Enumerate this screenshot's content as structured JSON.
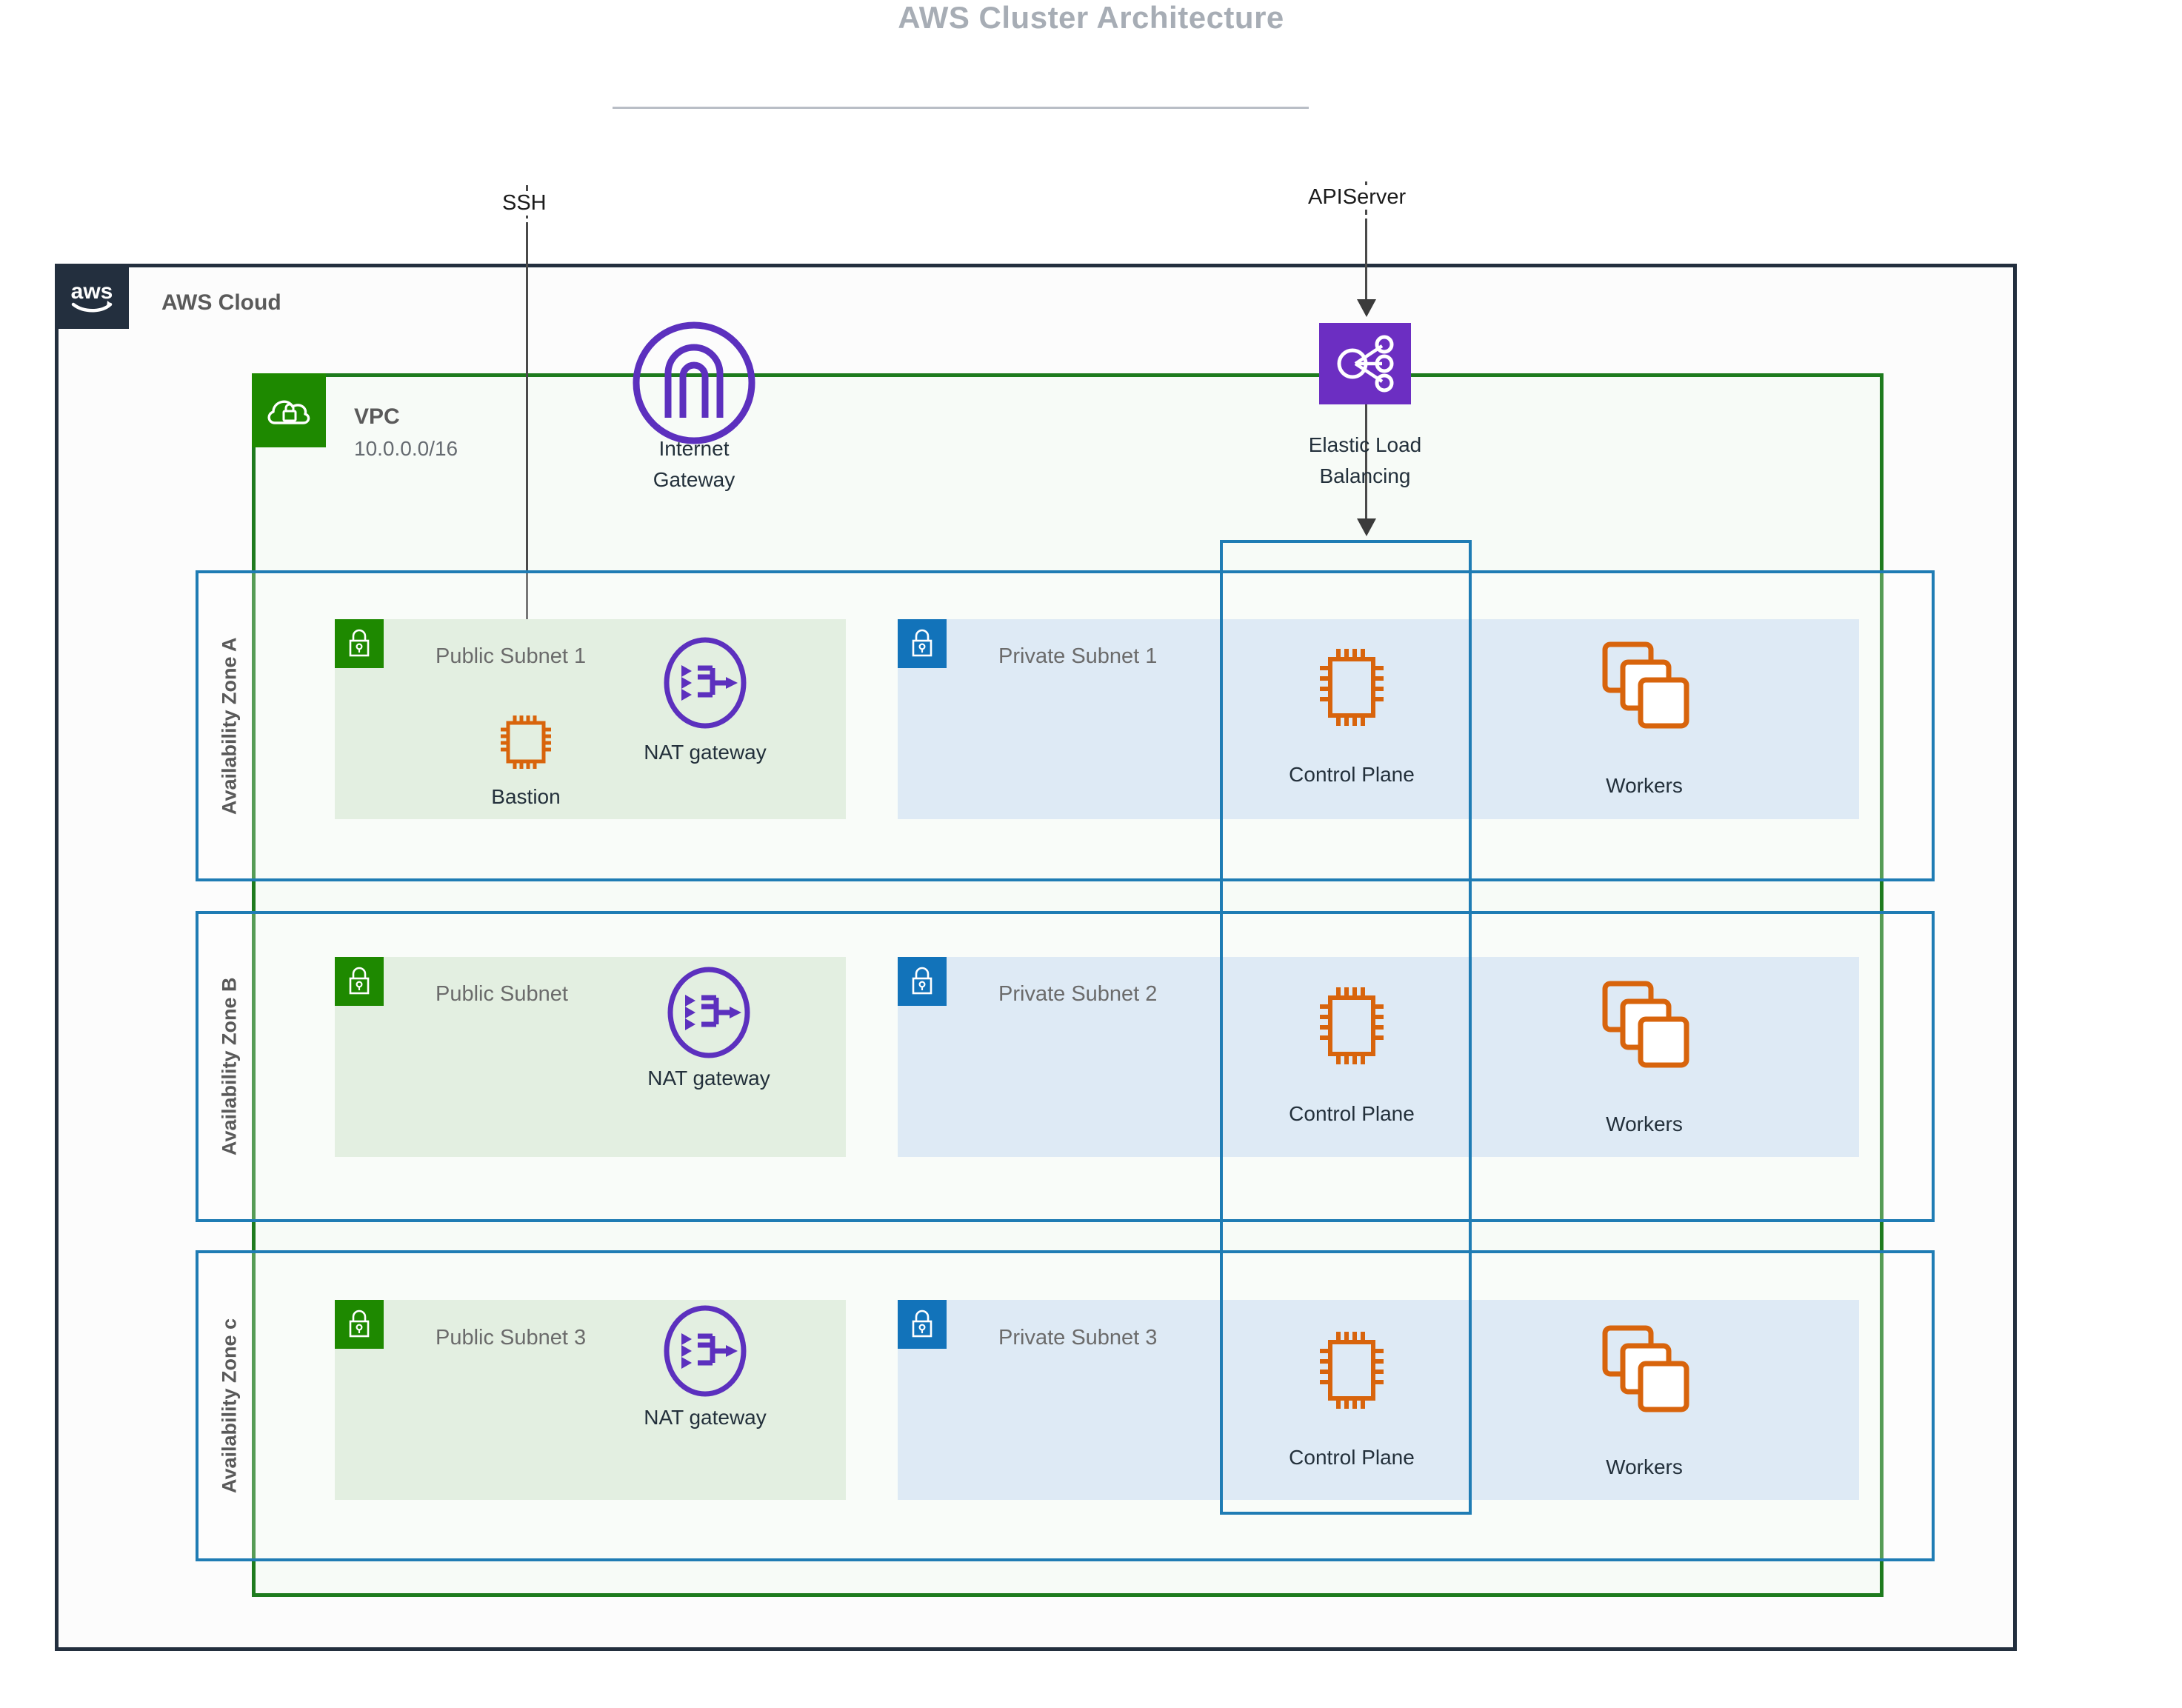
{
  "page": {
    "title": "AWS Cluster Architecture"
  },
  "cloud": {
    "label": "AWS Cloud",
    "logo_icon": "aws-logo-icon"
  },
  "vpc": {
    "label": "VPC",
    "cidr": "10.0.0.0/16",
    "icon": "vpc-cloud-lock-icon",
    "color": "#1E8900"
  },
  "connectors": [
    {
      "label": "SSH",
      "target": "Bastion"
    },
    {
      "label": "APIServer",
      "target": "Elastic Load Balancing"
    }
  ],
  "gateways": {
    "internet_gateway": {
      "label_line1": "Internet",
      "label_line2": "Gateway",
      "icon": "internet-gateway-icon",
      "color": "#5C30BE"
    },
    "elastic_load_balancing": {
      "label_line1": "Elastic Load",
      "label_line2": "Balancing",
      "icon": "elastic-load-balancing-icon",
      "color": "#6C2EC2"
    }
  },
  "zones": [
    {
      "name": "Availability Zone A",
      "public_subnet": {
        "title": "Public Subnet 1",
        "badge_icon": "public-subnet-lock-icon",
        "nodes": [
          {
            "label": "Bastion",
            "icon": "bastion-chip-icon",
            "color": "#D86613"
          },
          {
            "label": "NAT gateway",
            "icon": "nat-gateway-icon",
            "color": "#5C30BE"
          }
        ]
      },
      "private_subnet": {
        "title": "Private Subnet 1",
        "badge_icon": "private-subnet-lock-icon",
        "nodes": [
          {
            "label": "Control Plane",
            "icon": "control-plane-chip-icon",
            "color": "#D86613"
          },
          {
            "label": "Workers",
            "icon": "workers-instances-icon",
            "color": "#D86613"
          }
        ]
      }
    },
    {
      "name": "Availability Zone B",
      "public_subnet": {
        "title": "Public Subnet",
        "badge_icon": "public-subnet-lock-icon",
        "nodes": [
          {
            "label": "NAT gateway",
            "icon": "nat-gateway-icon",
            "color": "#5C30BE"
          }
        ]
      },
      "private_subnet": {
        "title": "Private Subnet 2",
        "badge_icon": "private-subnet-lock-icon",
        "nodes": [
          {
            "label": "Control Plane",
            "icon": "control-plane-chip-icon",
            "color": "#D86613"
          },
          {
            "label": "Workers",
            "icon": "workers-instances-icon",
            "color": "#D86613"
          }
        ]
      }
    },
    {
      "name": "Availability Zone c",
      "public_subnet": {
        "title": "Public Subnet 3",
        "badge_icon": "public-subnet-lock-icon",
        "nodes": [
          {
            "label": "NAT gateway",
            "icon": "nat-gateway-icon",
            "color": "#5C30BE"
          }
        ]
      },
      "private_subnet": {
        "title": "Private Subnet 3",
        "badge_icon": "private-subnet-lock-icon",
        "nodes": [
          {
            "label": "Control Plane",
            "icon": "control-plane-chip-icon",
            "color": "#D86613"
          },
          {
            "label": "Workers",
            "icon": "workers-instances-icon",
            "color": "#D86613"
          }
        ]
      }
    }
  ],
  "colors": {
    "aws_navy": "#232F3E",
    "vpc_green": "#1E8900",
    "zone_blue": "#1F7CB4",
    "public_subnet_bg": "#E3EFE1",
    "private_subnet_bg": "#DEEAF5",
    "compute_orange": "#D86613",
    "network_purple": "#5C30BE",
    "title_gray": "#A7ADB5"
  }
}
